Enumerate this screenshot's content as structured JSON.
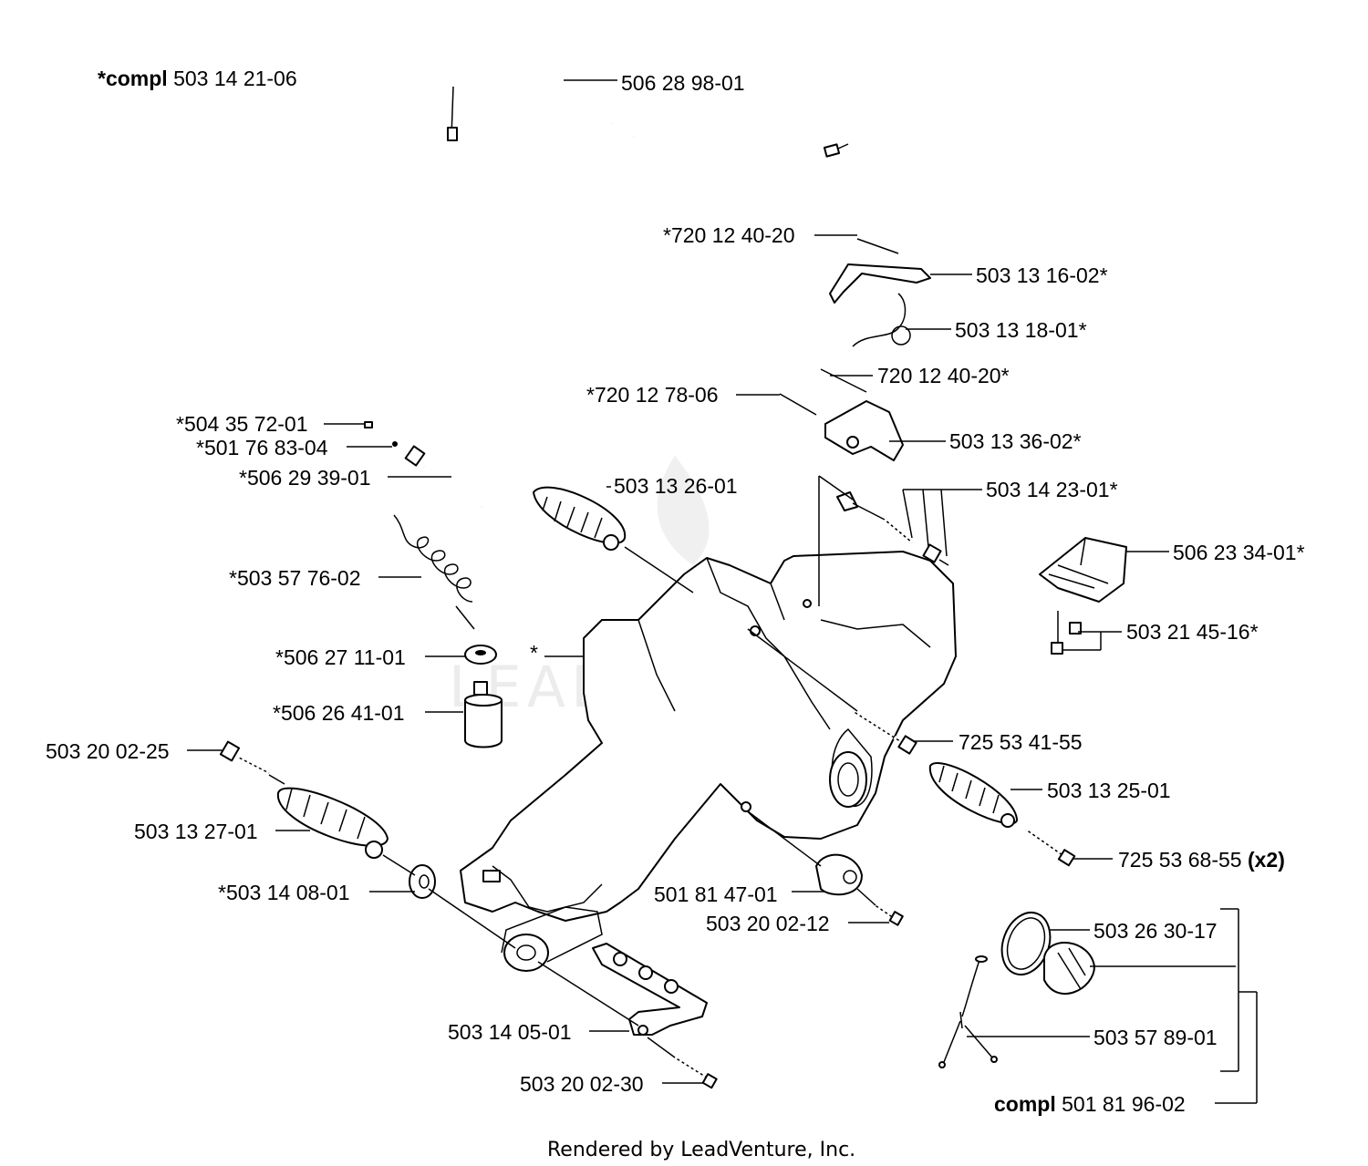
{
  "kit_top": {
    "prefix": "*compl",
    "number": "503 14 21-06"
  },
  "kit_bottom": {
    "prefix": "compl",
    "number": "501 81 96-02"
  },
  "parts": {
    "p_506_28_98_01": "506 28 98-01",
    "p_720_12_40_20_a": "*720 12 40-20",
    "p_503_13_16_02": "503 13 16-02*",
    "p_503_13_18_01": "503 13 18-01*",
    "p_720_12_40_20_b": "720 12 40-20*",
    "p_720_12_78_06": "*720 12 78-06",
    "p_503_13_36_02": "503 13 36-02*",
    "p_504_35_72_01": "*504 35 72-01",
    "p_501_76_83_04": "*501 76 83-04",
    "p_506_29_39_01": "*506 29 39-01",
    "p_503_13_26_01": "503 13 26-01",
    "p_503_14_23_01": "503 14 23-01*",
    "p_506_23_34_01": "506 23 34-01*",
    "p_503_57_76_02": "*503 57 76-02",
    "p_503_21_45_16": "503 21 45-16*",
    "p_506_27_11_01": "*506 27 11-01",
    "p_star": "*",
    "p_506_26_41_01": "*506 26 41-01",
    "p_725_53_41_55": "725 53 41-55",
    "p_503_20_02_25": "503 20 02-25",
    "p_503_13_25_01": "503 13 25-01",
    "p_503_13_27_01": "503 13 27-01",
    "p_725_53_68_55": "725 53 68-55",
    "p_725_53_68_55_qty": "(x2)",
    "p_503_14_08_01": "*503 14 08-01",
    "p_501_81_47_01": "501 81 47-01",
    "p_503_20_02_12": "503 20 02-12",
    "p_503_26_30_17": "503 26 30-17",
    "p_503_57_89_01": "503 57 89-01",
    "p_503_14_05_01": "503 14 05-01",
    "p_503_20_02_30": "503 20 02-30"
  },
  "watermark": "LEADVENTURE",
  "footer": "Rendered by LeadVenture, Inc."
}
